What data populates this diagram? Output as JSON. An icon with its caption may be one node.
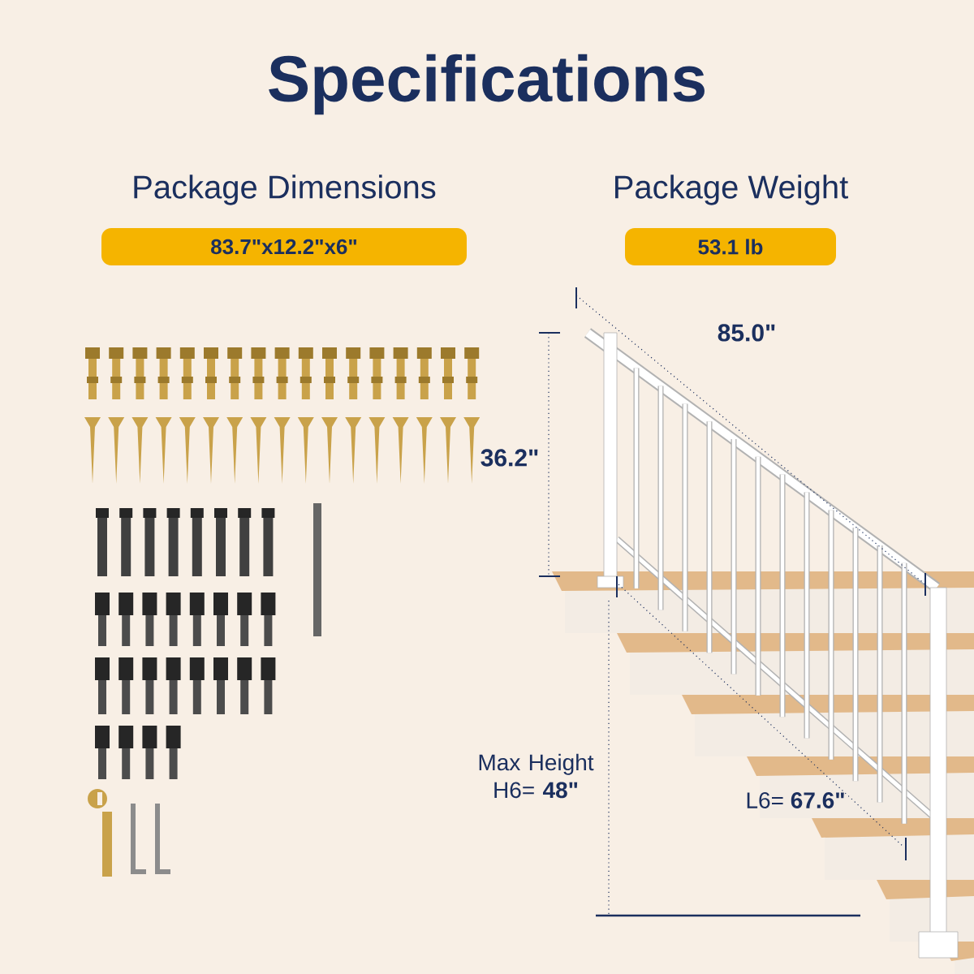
{
  "diagram": {
    "title": "Specifications",
    "nodes": [
      {
        "text": [
          "Package Dimensions",
          "83.7\"x12.2\"x6\""
        ]
      },
      {
        "text": [
          "Package Weight",
          "53.1 lb"
        ]
      }
    ],
    "labels": [
      "85.0\"",
      "36.2\"",
      "Max Height H6= **48\"**",
      "L6= **67.6\"**"
    ]
  }
}
